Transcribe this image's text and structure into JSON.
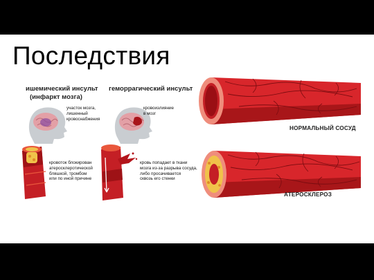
{
  "slide": {
    "title": "Последствия",
    "ischemic": {
      "heading_line1": "ишемический инсульт",
      "heading_line2": "(инфаркт мозга)",
      "brain_label": [
        "участок мозга,",
        "лишенный",
        "кровоснабжения"
      ],
      "vessel_label": [
        "кровоток блокирован",
        "атеросклеротической",
        "бляшкой, тромбом",
        "или по иной причине"
      ]
    },
    "hemorrhagic": {
      "heading": "геморрагический инсульт",
      "brain_label": [
        "кровоизлияние",
        "в мозг"
      ],
      "vessel_label": [
        "кровь попадает в ткани",
        "мозга из-за разрыва сосуда,",
        "либо просачивается",
        "сквозь его стенки"
      ]
    },
    "vessels": {
      "normal_label": "НОРМАЛЬНЫЙ СОСУД",
      "atherosclerosis_label": "АТЕРОСКЛЕРОЗ"
    },
    "colors": {
      "vessel_red": "#d8262b",
      "vessel_dark": "#9e1216",
      "plaque_yellow": "#f0c24a",
      "head_gray": "#c9cdd1",
      "brain_pink": "#e3a0a6"
    }
  }
}
